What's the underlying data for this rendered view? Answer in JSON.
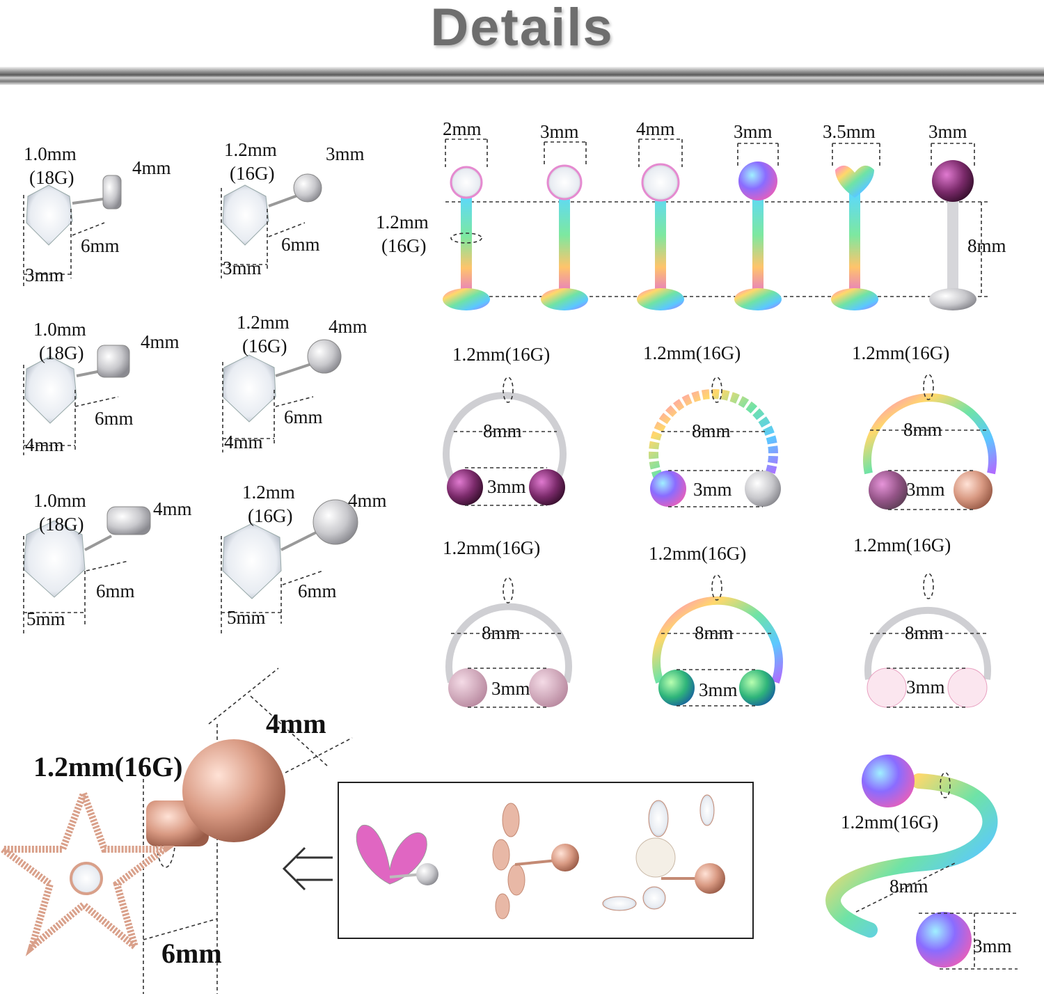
{
  "header": {
    "title": "Details"
  },
  "studs": [
    {
      "gauge": "1.0mm",
      "g": "(18G)",
      "ball": "4mm",
      "length": "6mm",
      "gem": "3mm"
    },
    {
      "gauge": "1.2mm",
      "g": "(16G)",
      "ball": "3mm",
      "length": "6mm",
      "gem": "3mm"
    },
    {
      "gauge": "1.0mm",
      "g": "(18G)",
      "ball": "4mm",
      "length": "6mm",
      "gem": "4mm"
    },
    {
      "gauge": "1.2mm",
      "g": "(16G)",
      "ball": "4mm",
      "length": "6mm",
      "gem": "4mm"
    },
    {
      "gauge": "1.0mm",
      "g": "(18G)",
      "ball": "4mm",
      "length": "6mm",
      "gem": "5mm"
    },
    {
      "gauge": "1.2mm",
      "g": "(16G)",
      "ball": "4mm",
      "length": "6mm",
      "gem": "5mm"
    }
  ],
  "labrets": {
    "tops": [
      "2mm",
      "3mm",
      "4mm",
      "3mm",
      "3.5mm",
      "3mm"
    ],
    "gauge": "1.2mm",
    "g": "(16G)",
    "length": "8mm"
  },
  "horseshoes": [
    {
      "gauge": "1.2mm(16G)",
      "diameter": "8mm",
      "ball": "3mm"
    },
    {
      "gauge": "1.2mm(16G)",
      "diameter": "8mm",
      "ball": "3mm"
    },
    {
      "gauge": "1.2mm(16G)",
      "diameter": "8mm",
      "ball": "3mm"
    },
    {
      "gauge": "1.2mm(16G)",
      "diameter": "8mm",
      "ball": "3mm"
    },
    {
      "gauge": "1.2mm(16G)",
      "diameter": "8mm",
      "ball": "3mm"
    },
    {
      "gauge": "1.2mm(16G)",
      "diameter": "8mm",
      "ball": "3mm"
    }
  ],
  "star_stud": {
    "gauge": "1.2mm(16G)",
    "ball": "4mm",
    "length": "6mm"
  },
  "twist": {
    "gauge": "1.2mm(16G)",
    "diameter": "8mm",
    "ball": "3mm"
  },
  "colors": {
    "rose_gold": "#d99a83",
    "silver": "#cfcfd3",
    "accent_pink": "#e066c2"
  },
  "icons": [
    "arrow-left-icon",
    "butterfly-icon",
    "leaf-icon",
    "flower-icon"
  ]
}
